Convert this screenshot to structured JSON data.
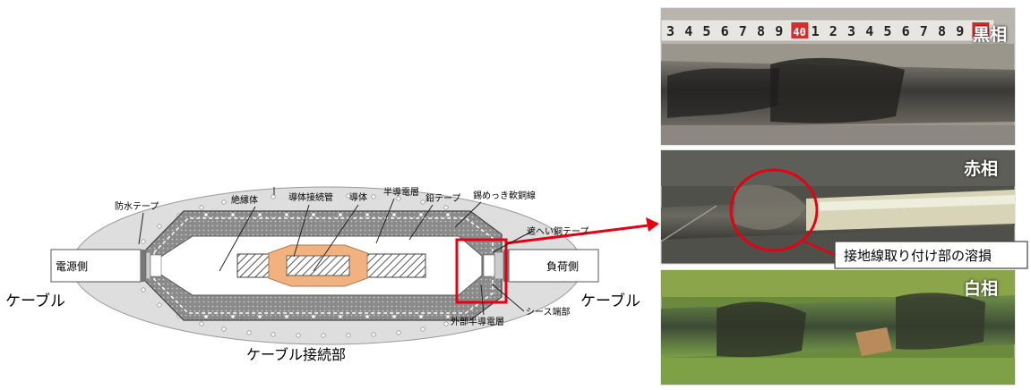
{
  "diagram": {
    "title": "ケーブル接続部",
    "cable_left": "ケーブル",
    "cable_right": "ケーブル",
    "source_side": "電源側",
    "load_side": "負荷側",
    "parts": {
      "waterproof_tape": "防水テープ",
      "insulator": "絶縁体",
      "conductor_sleeve": "導体接続管",
      "conductor": "導体",
      "semiconductive_layer": "半導電層",
      "lead_tape": "鉛テープ",
      "tinned_copper_wire": "錫めっき軟銅線",
      "copper_shield_tape": "遮へい銅テープ",
      "outer_semiconductive_layer": "外部半導電層",
      "sheath_end": "シース端部"
    }
  },
  "photos": {
    "black_phase": "黒相",
    "red_phase": "赤相",
    "white_phase": "白相",
    "annotation": "接地線取り付け部の溶損",
    "ruler_digits": [
      "3",
      "4",
      "5",
      "6",
      "7",
      "8",
      "9",
      "40",
      "1",
      "2",
      "3",
      "4",
      "5",
      "6",
      "7",
      "8",
      "9",
      "50"
    ]
  },
  "colors": {
    "highlight_red": "#e60012",
    "jacket": "#dedede",
    "conductor_sleeve": "#f2b27f",
    "photo_frame": "#cccccc"
  }
}
